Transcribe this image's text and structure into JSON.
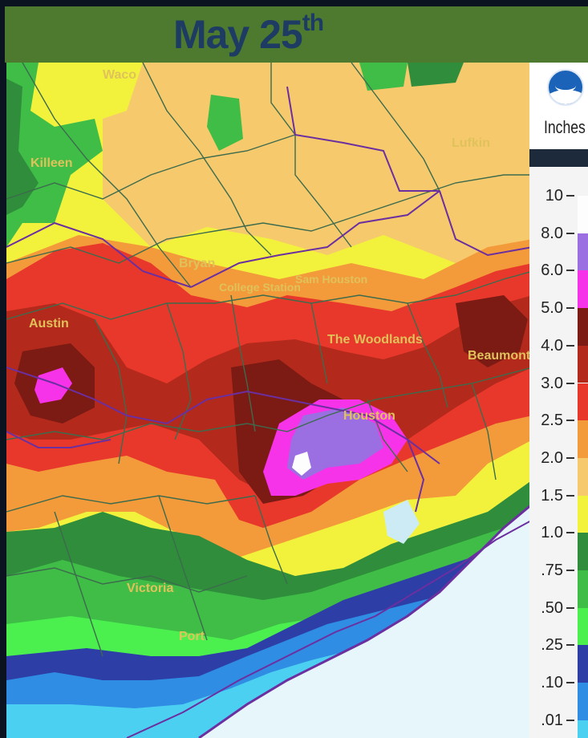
{
  "title": {
    "main": "May 25",
    "suffix": "th"
  },
  "legend": {
    "logo": "noaa-logo",
    "units": "Inches",
    "bins": [
      {
        "label": "10",
        "color": "#fdfdfd"
      },
      {
        "label": "8.0",
        "color": "#9b6ee2"
      },
      {
        "label": "6.0",
        "color": "#f733ea"
      },
      {
        "label": "5.0",
        "color": "#7c1a14"
      },
      {
        "label": "4.0",
        "color": "#b32a1c"
      },
      {
        "label": "3.0",
        "color": "#e8382b"
      },
      {
        "label": "2.5",
        "color": "#f39a3a"
      },
      {
        "label": "2.0",
        "color": "#f6c96c"
      },
      {
        "label": "1.5",
        "color": "#f2f23d"
      },
      {
        "label": "1.0",
        "color": "#2f8d3b"
      },
      {
        "label": ".75",
        "color": "#3fbd47"
      },
      {
        "label": ".50",
        "color": "#4bf04f"
      },
      {
        "label": ".25",
        "color": "#2d3fa6"
      },
      {
        "label": ".10",
        "color": "#2f8de4"
      },
      {
        "label": ".01",
        "color": "#4cd0f2"
      }
    ]
  },
  "map": {
    "colors": {
      "water": "#e6f6fb",
      "bay": "#cdebf5",
      "boundary": "#6b2fa0",
      "road": "#3d6b4d"
    },
    "places": [
      {
        "id": "waco",
        "label": "Waco"
      },
      {
        "id": "killeen",
        "label": "Killeen"
      },
      {
        "id": "austin",
        "label": "Austin"
      },
      {
        "id": "bryan",
        "label": "Bryan"
      },
      {
        "id": "college",
        "label": "College Station"
      },
      {
        "id": "sam-houston",
        "label": "Sam Houston"
      },
      {
        "id": "woodlands",
        "label": "The Woodlands"
      },
      {
        "id": "houston",
        "label": "Houston"
      },
      {
        "id": "beaumont",
        "label": "Beaumont"
      },
      {
        "id": "lufkin",
        "label": "Lufkin"
      },
      {
        "id": "victoria",
        "label": "Victoria"
      },
      {
        "id": "port",
        "label": "Port"
      }
    ]
  }
}
